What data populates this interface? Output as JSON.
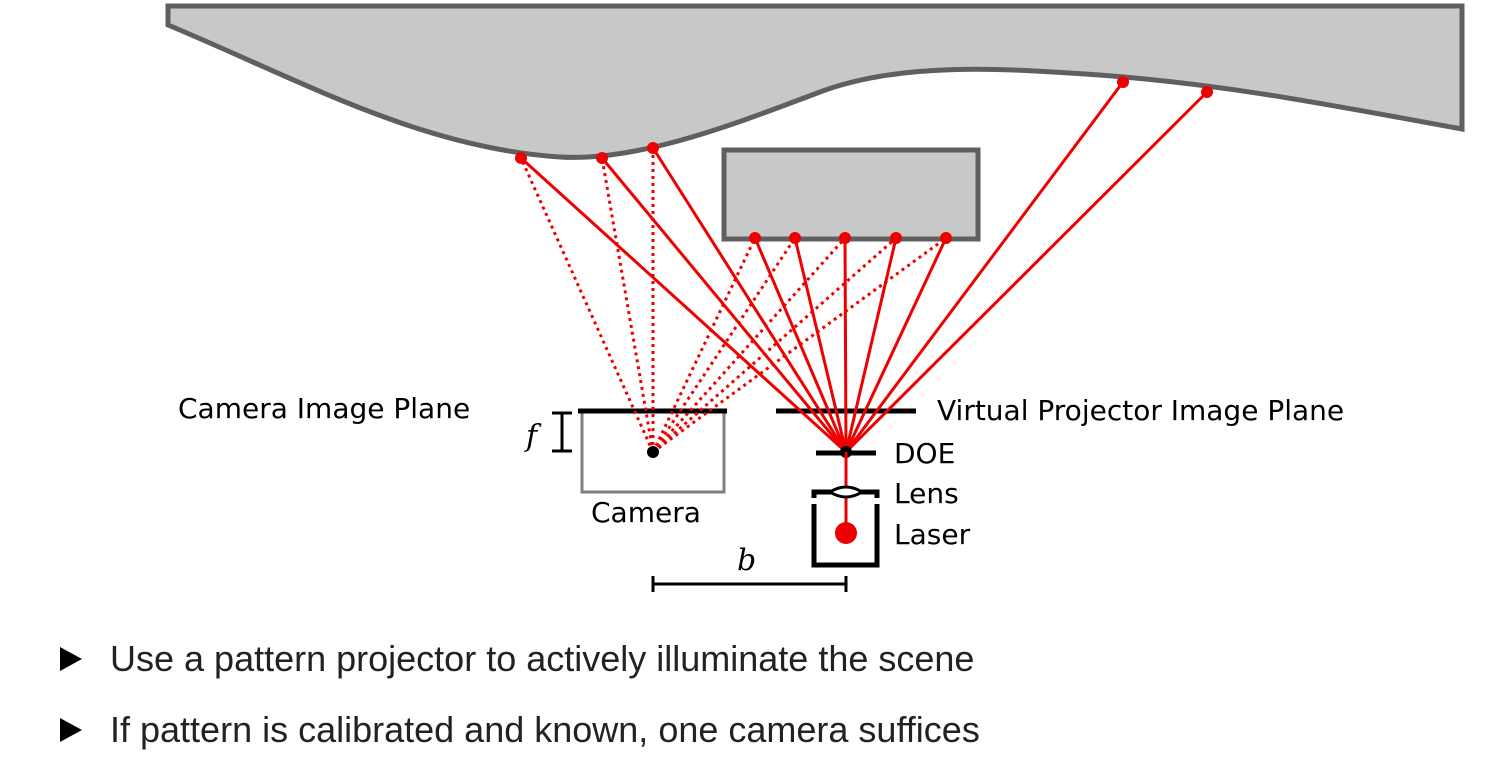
{
  "labels": {
    "camera_image_plane": "Camera Image Plane",
    "virtual_projector_image_plane": "Virtual Projector Image Plane",
    "camera": "Camera",
    "doe": "DOE",
    "lens": "Lens",
    "laser": "Laser",
    "focal_length": "f",
    "baseline": "b"
  },
  "colors": {
    "ray": "#ee0000",
    "surface_fill": "#c8c8c8",
    "surface_stroke": "#5f5f5f",
    "camera_body": "#808080"
  },
  "bullets": [
    {
      "text": "Use a pattern projector to actively illuminate the scene"
    },
    {
      "text": "If pattern is calibrated and known, one camera suffices"
    }
  ]
}
